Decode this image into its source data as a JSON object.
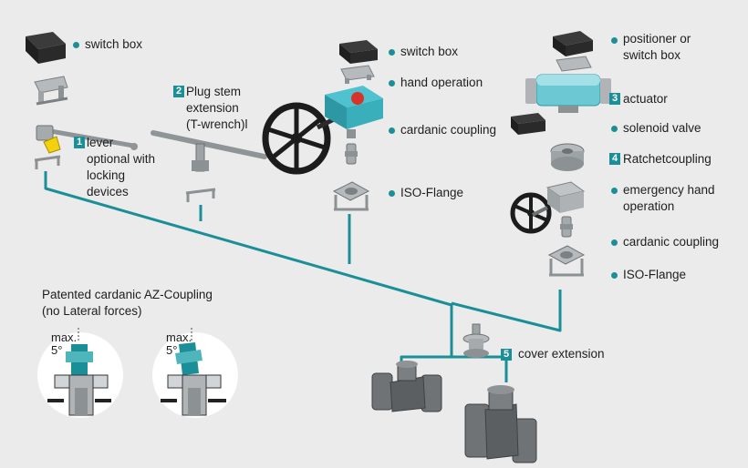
{
  "colors": {
    "line": "#1b8f97",
    "accent": "#1b8f97",
    "text": "#1e1e1e",
    "background": "#ebebeb",
    "metal": "#9ea3a6",
    "dark": "#2b2b2b",
    "actuator_blue": "#3fb8c6"
  },
  "labels": {
    "switch_box_left": "switch box",
    "lever": "lever\noptional with\nlocking\ndevices",
    "plug_stem": "Plug stem\nextension\n(T-wrench)l",
    "switch_box_mid": "switch box",
    "hand_operation": "hand operation",
    "cardanic_mid": "cardanic coupling",
    "iso_mid": "ISO-Flange",
    "positioner": "positioner or\nswitch box",
    "actuator": "actuator",
    "solenoid": "solenoid valve",
    "ratchet": "Ratchetcoupling",
    "emergency": "emergency hand\noperation",
    "cardanic_right": "cardanic coupling",
    "iso_right": "ISO-Flange",
    "cover_extension": "cover extension",
    "az_title": "Patented cardanic AZ-Coupling\n(no Lateral forces)",
    "max_left": "max.\n5°",
    "max_right": "max.\n5°"
  },
  "badges": {
    "b1": "1",
    "b2": "2",
    "b3": "3",
    "b4": "4",
    "b5": "5"
  }
}
